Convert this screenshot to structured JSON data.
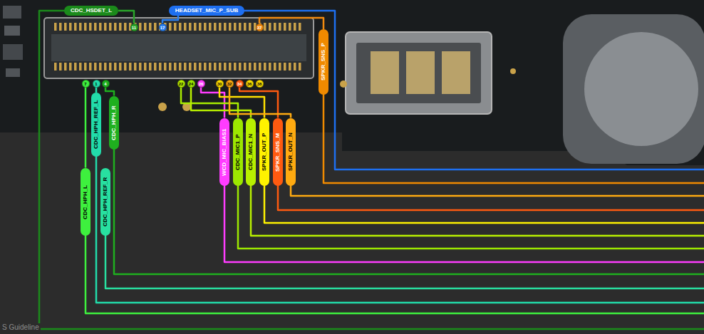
{
  "diagram": {
    "nodes": [
      {
        "text": [
          "CDC_HSDET_L"
        ]
      },
      {
        "text": [
          "11"
        ]
      },
      {
        "text": [
          "HEADSET_MIC_P_SUB"
        ]
      },
      {
        "text": [
          "17"
        ]
      },
      {
        "text": [
          "37"
        ]
      },
      {
        "text": [
          "SPKR_SNS_P"
        ]
      },
      {
        "text": [
          "7"
        ]
      },
      {
        "text": [
          "1"
        ]
      },
      {
        "text": [
          "4"
        ]
      },
      {
        "text": [
          "22"
        ]
      },
      {
        "text": [
          "24"
        ]
      },
      {
        "text": [
          "26"
        ]
      },
      {
        "text": [
          "30"
        ]
      },
      {
        "text": [
          "32"
        ]
      },
      {
        "text": [
          "34"
        ]
      },
      {
        "text": [
          "36"
        ]
      },
      {
        "text": [
          "38"
        ]
      },
      {
        "text": [
          "CDC_HPH_REF_L"
        ]
      },
      {
        "text": [
          "CDC_HPH_R"
        ]
      },
      {
        "text": [
          "WCD_MIC_BIAS1"
        ]
      },
      {
        "text": [
          "CDC_MIC1_P"
        ]
      },
      {
        "text": [
          "CDC_MIC1_N"
        ]
      },
      {
        "text": [
          "SPKR_OUT_P"
        ]
      },
      {
        "text": [
          "SPKR_SNS_M"
        ]
      },
      {
        "text": [
          "SPKR_OUT_N"
        ]
      },
      {
        "text": [
          "CDC_HPH_L"
        ]
      },
      {
        "text": [
          "CDC_HPH_REF_R"
        ]
      }
    ],
    "edges": [
      {
        "from": 1,
        "to": 0,
        "arrow": "none"
      },
      {
        "from": 3,
        "to": 2,
        "arrow": "none"
      },
      {
        "from": 4,
        "to": 5,
        "arrow": "none"
      },
      {
        "from": 6,
        "to": 25,
        "arrow": "none"
      },
      {
        "from": 7,
        "to": 17,
        "arrow": "none"
      },
      {
        "from": 8,
        "to": 18,
        "arrow": "none"
      },
      {
        "from": 11,
        "to": 19,
        "arrow": "none"
      },
      {
        "from": 9,
        "to": 20,
        "arrow": "none"
      },
      {
        "from": 10,
        "to": 21,
        "arrow": "none"
      },
      {
        "from": 12,
        "to": 22,
        "arrow": "none"
      },
      {
        "from": 14,
        "to": 23,
        "arrow": "none"
      },
      {
        "from": 13,
        "to": 24,
        "arrow": "none"
      }
    ],
    "labels": [
      "S Guideline"
    ]
  }
}
